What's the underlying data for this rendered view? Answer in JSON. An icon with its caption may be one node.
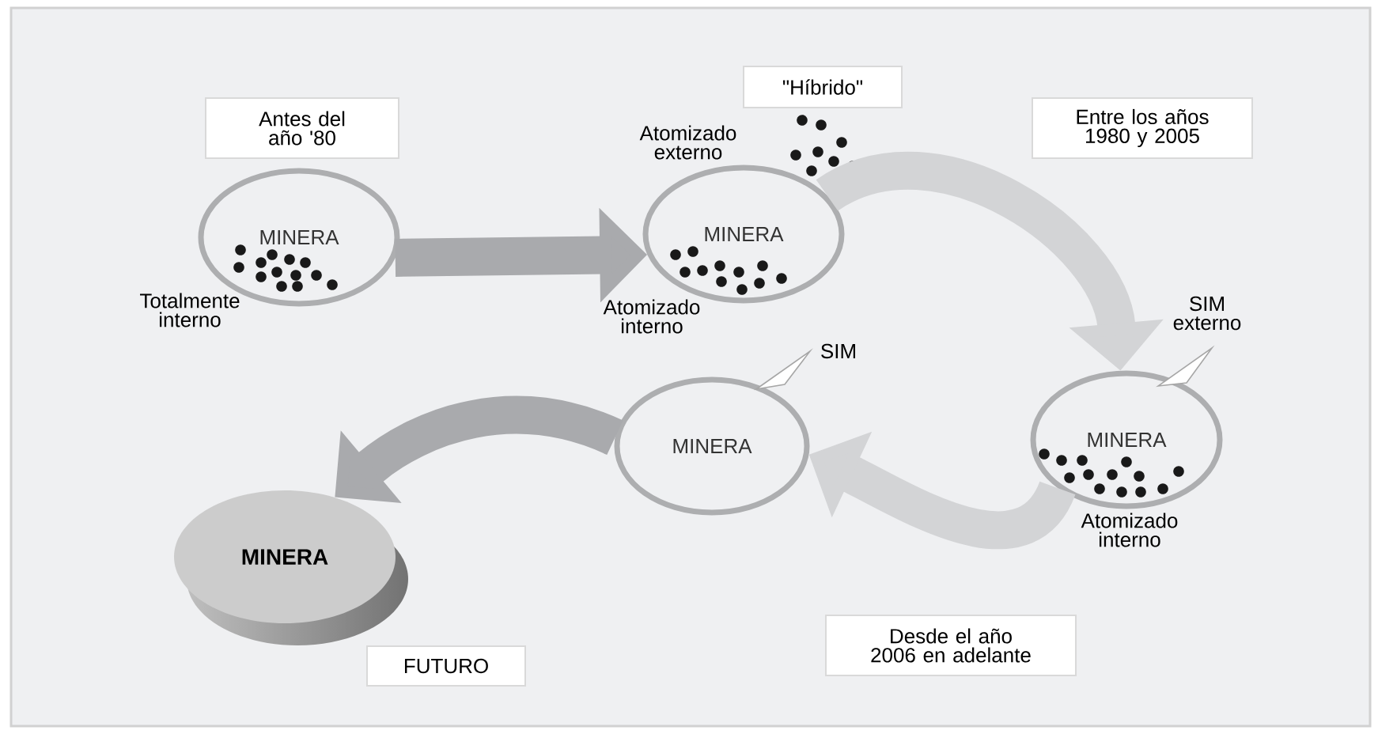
{
  "diagram": {
    "nodes": [
      {
        "text": [
          "Antes del año '80"
        ]
      },
      {
        "text": [
          "MINERA"
        ],
        "beside": [
          "Totalmente interno"
        ]
      },
      {
        "text": [
          "\"Híbrido\""
        ]
      },
      {
        "text": [
          "MINERA"
        ],
        "beside": [
          "Atomizado externo",
          "Atomizado interno"
        ]
      },
      {
        "text": [
          "Entre los años 1980 y 2005"
        ]
      },
      {
        "text": [
          "MINERA"
        ],
        "beside": [
          "SIM externo",
          "Atomizado interno"
        ]
      },
      {
        "text": [
          "MINERA"
        ],
        "beside": [
          "SIM"
        ]
      },
      {
        "text": [
          "MINERA"
        ]
      },
      {
        "text": [
          "FUTURO"
        ]
      },
      {
        "text": [
          "Desde el año 2006 en adelante"
        ]
      }
    ],
    "edges": [
      {
        "from": 1,
        "to": 3,
        "arrow": "to",
        "color": "#a9aaad"
      },
      {
        "from": 3,
        "to": 5,
        "arrow": "to"
      },
      {
        "from": 5,
        "to": 6,
        "arrow": "to"
      },
      {
        "from": 6,
        "to": 7,
        "arrow": "to",
        "color": "#a9aaad"
      }
    ]
  }
}
